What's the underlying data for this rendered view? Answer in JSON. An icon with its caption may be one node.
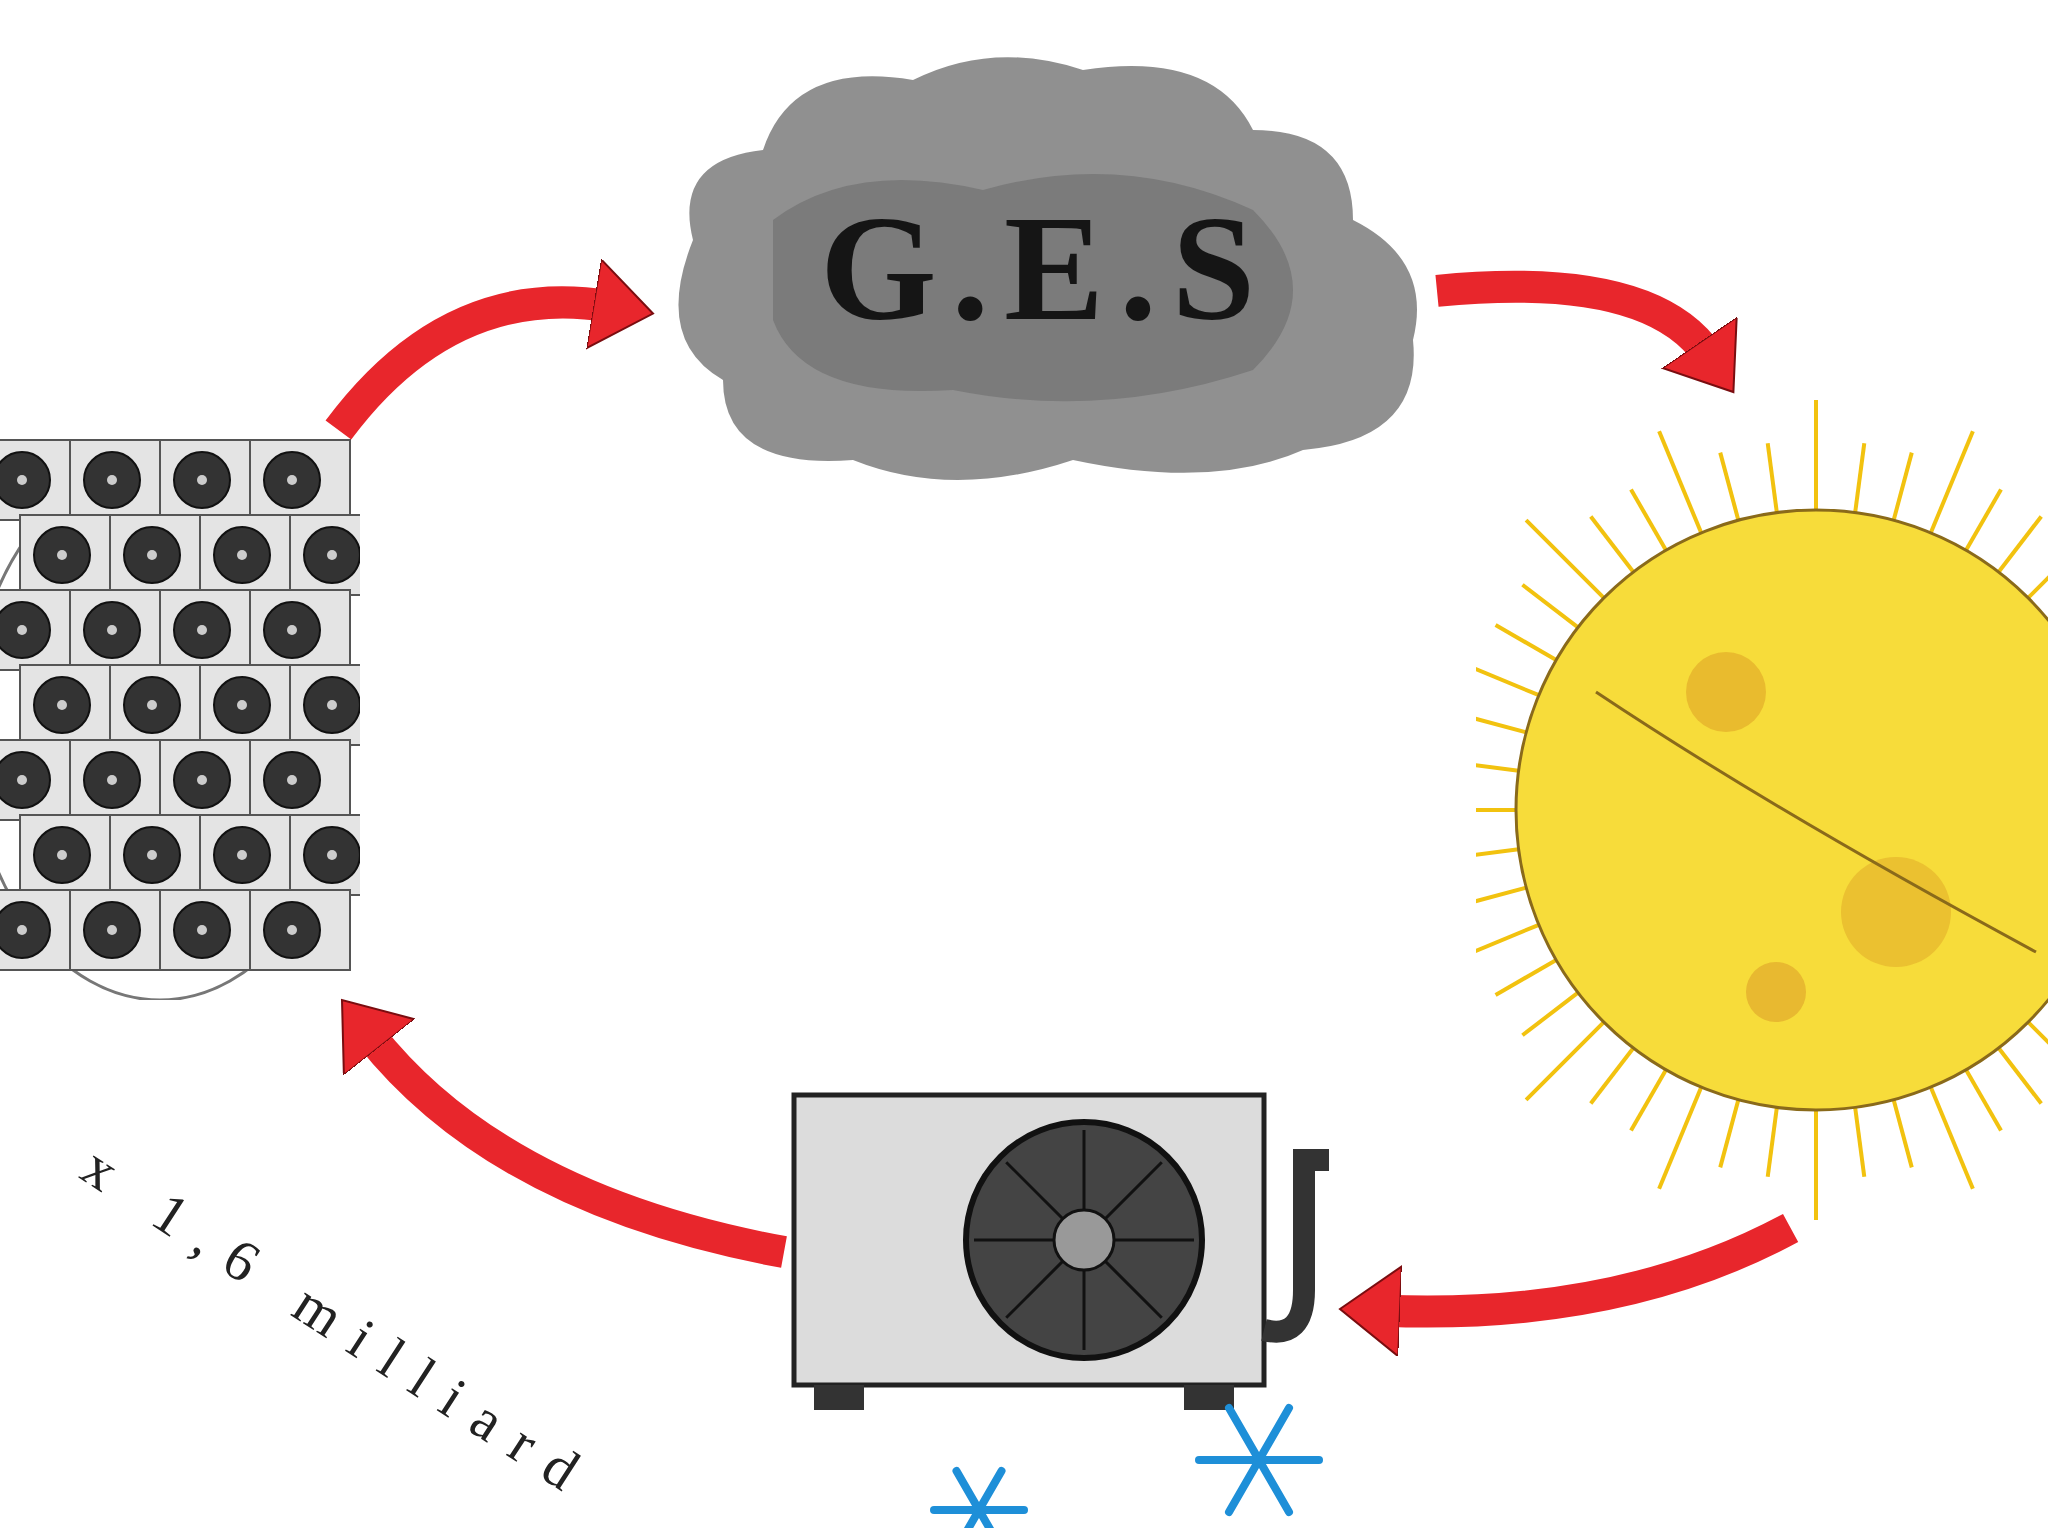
{
  "diagram": {
    "nodes": [
      {
        "text": [],
        "shape": "picture"
      },
      {
        "text": [
          "G.E.S"
        ]
      },
      {
        "text": [],
        "shape": "picture"
      },
      {
        "text": [],
        "shape": "picture"
      }
    ],
    "edges": [
      {
        "from": 0,
        "to": 1,
        "arrow": "to"
      },
      {
        "from": 1,
        "to": 2,
        "arrow": "to"
      },
      {
        "from": 2,
        "to": 3,
        "arrow": "to"
      },
      {
        "from": 3,
        "to": 0,
        "arrow": "to"
      }
    ],
    "labels": [
      "x 1,6 milliard"
    ]
  }
}
